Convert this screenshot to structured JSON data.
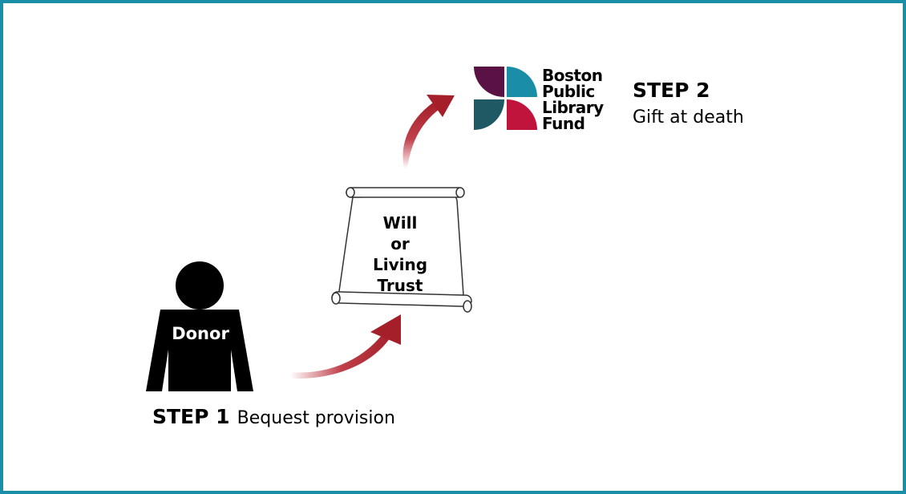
{
  "logo": {
    "lines": [
      "Boston",
      "Public",
      "Library",
      "Fund"
    ],
    "colors": {
      "purple": "#5a1244",
      "teal": "#1a8ea6",
      "darkteal": "#1f5a64",
      "red": "#c0143c"
    }
  },
  "step2": {
    "label": "STEP 2",
    "description": "Gift at death"
  },
  "document": {
    "lines": [
      "Will",
      "or",
      "Living Trust"
    ]
  },
  "donor": {
    "label": "Donor"
  },
  "step1": {
    "label": "STEP 1",
    "description": "Bequest provision"
  },
  "colors": {
    "frame": "#1a8ea6",
    "arrow": "#a41f2a",
    "figure": "#000000"
  }
}
